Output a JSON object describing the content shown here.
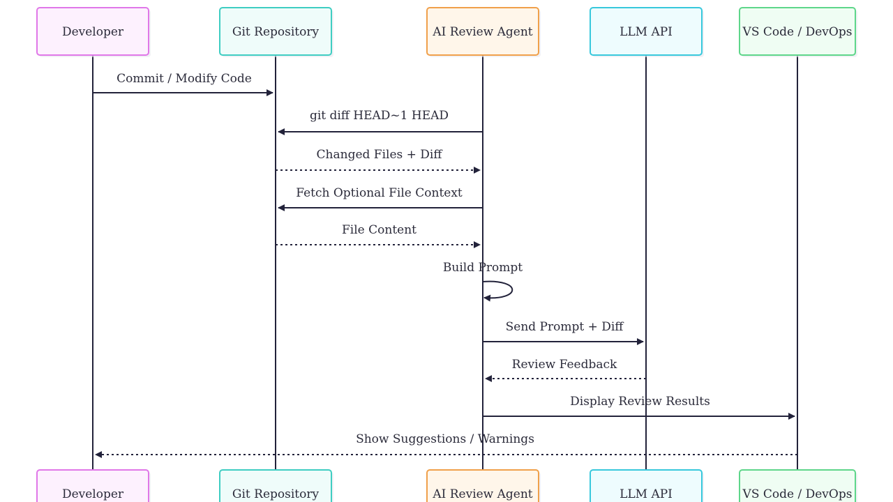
{
  "participants": [
    {
      "id": "developer",
      "label": "Developer",
      "border": "#e077e8",
      "fill": "#fdf1fe"
    },
    {
      "id": "git",
      "label": "Git Repository",
      "border": "#3fcdc2",
      "fill": "#effcfa"
    },
    {
      "id": "agent",
      "label": "AI Review Agent",
      "border": "#f0a04a",
      "fill": "#fff6ea"
    },
    {
      "id": "llm",
      "label": "LLM API",
      "border": "#38c8dc",
      "fill": "#eefcfe"
    },
    {
      "id": "vscode",
      "label": "VS Code / DevOps",
      "border": "#5ed68a",
      "fill": "#effdf3"
    }
  ],
  "messages": [
    {
      "from": "developer",
      "to": "git",
      "label": "Commit / Modify Code",
      "style": "solid"
    },
    {
      "from": "agent",
      "to": "git",
      "label": "git diff HEAD~1 HEAD",
      "style": "solid"
    },
    {
      "from": "git",
      "to": "agent",
      "label": "Changed Files + Diff",
      "style": "dashed"
    },
    {
      "from": "agent",
      "to": "git",
      "label": "Fetch Optional File Context",
      "style": "solid"
    },
    {
      "from": "git",
      "to": "agent",
      "label": "File Content",
      "style": "dashed"
    },
    {
      "from": "agent",
      "to": "agent",
      "label": "Build Prompt",
      "style": "solid"
    },
    {
      "from": "agent",
      "to": "llm",
      "label": "Send Prompt + Diff",
      "style": "solid"
    },
    {
      "from": "llm",
      "to": "agent",
      "label": "Review Feedback",
      "style": "dashed"
    },
    {
      "from": "agent",
      "to": "vscode",
      "label": "Display Review Results",
      "style": "solid"
    },
    {
      "from": "vscode",
      "to": "developer",
      "label": "Show Suggestions / Warnings",
      "style": "dashed"
    }
  ],
  "colors": {
    "line": "#22223a",
    "text": "#2b2b3a"
  }
}
